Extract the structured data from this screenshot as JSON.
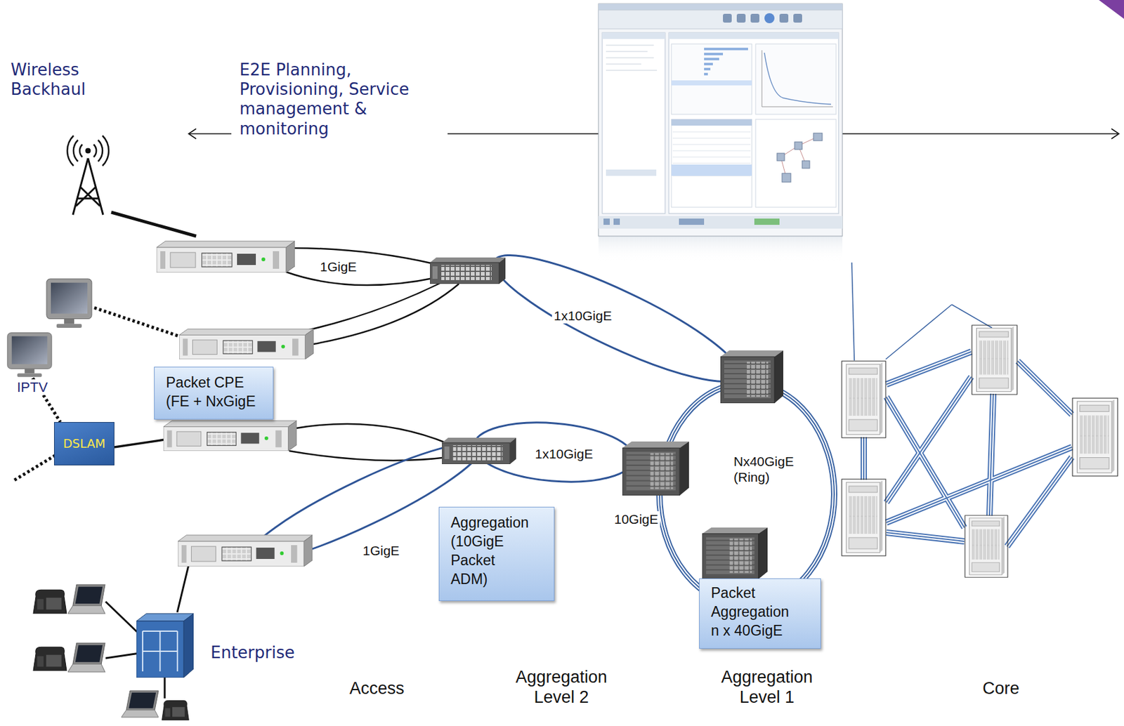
{
  "diagram": {
    "nodes": [
      {
        "text": [
          "Packet CPE (FE + NxGigE"
        ]
      },
      {
        "text": [
          "DSLAM"
        ]
      },
      {
        "text": [
          "Aggregation (10GigE Packet ADM)"
        ]
      },
      {
        "text": [
          "Packet Aggregation n x 40GigE"
        ]
      }
    ],
    "labels": [
      "Wireless Backhaul",
      "E2E Planning, Provisioning, Service management & monitoring",
      "1GigE",
      "1x10GigE",
      "IPTV",
      "1x10GigE",
      "Nx40GigE (Ring)",
      "10GigE",
      "1GigE",
      "Enterprise",
      "Access",
      "Aggregation Level 2",
      "Aggregation Level 1",
      "Core"
    ]
  }
}
